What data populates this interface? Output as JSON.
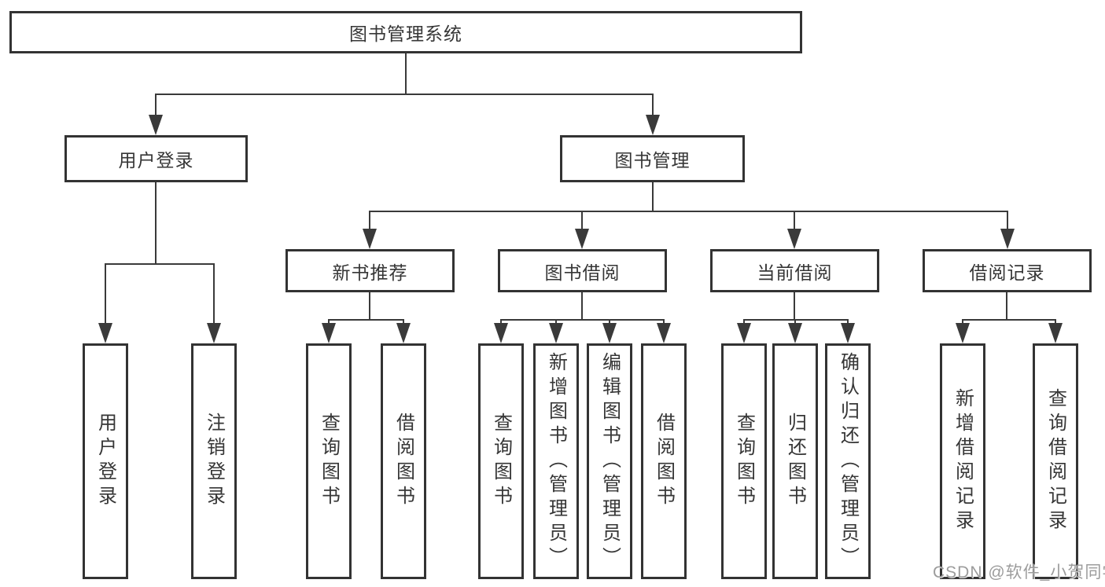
{
  "diagram_title": "图书管理系统",
  "colors": {
    "line": "#3a3a3a",
    "box_border": "#333333",
    "text": "#363636",
    "background": "#ffffff",
    "watermark": "#9c9c9c"
  },
  "tree": {
    "root": {
      "label": "图书管理系统"
    },
    "branches": [
      {
        "label": "用户登录",
        "children": [
          {
            "label": "用户登录"
          },
          {
            "label": "注销登录"
          }
        ]
      },
      {
        "label": "图书管理",
        "children": [
          {
            "label": "新书推荐",
            "children": [
              {
                "label": "查询图书"
              },
              {
                "label": "借阅图书"
              }
            ]
          },
          {
            "label": "图书借阅",
            "children": [
              {
                "label": "查询图书"
              },
              {
                "label": "新增图书（管理员）"
              },
              {
                "label": "编辑图书（管理员）"
              },
              {
                "label": "借阅图书"
              }
            ]
          },
          {
            "label": "当前借阅",
            "children": [
              {
                "label": "查询图书"
              },
              {
                "label": "归还图书"
              },
              {
                "label": "确认归还（管理员）"
              }
            ]
          },
          {
            "label": "借阅记录",
            "children": [
              {
                "label": "新增借阅记录"
              },
              {
                "label": "查询借阅记录"
              }
            ]
          }
        ]
      }
    ]
  },
  "watermark": {
    "text": "CSDN @软件_小贺同学"
  }
}
